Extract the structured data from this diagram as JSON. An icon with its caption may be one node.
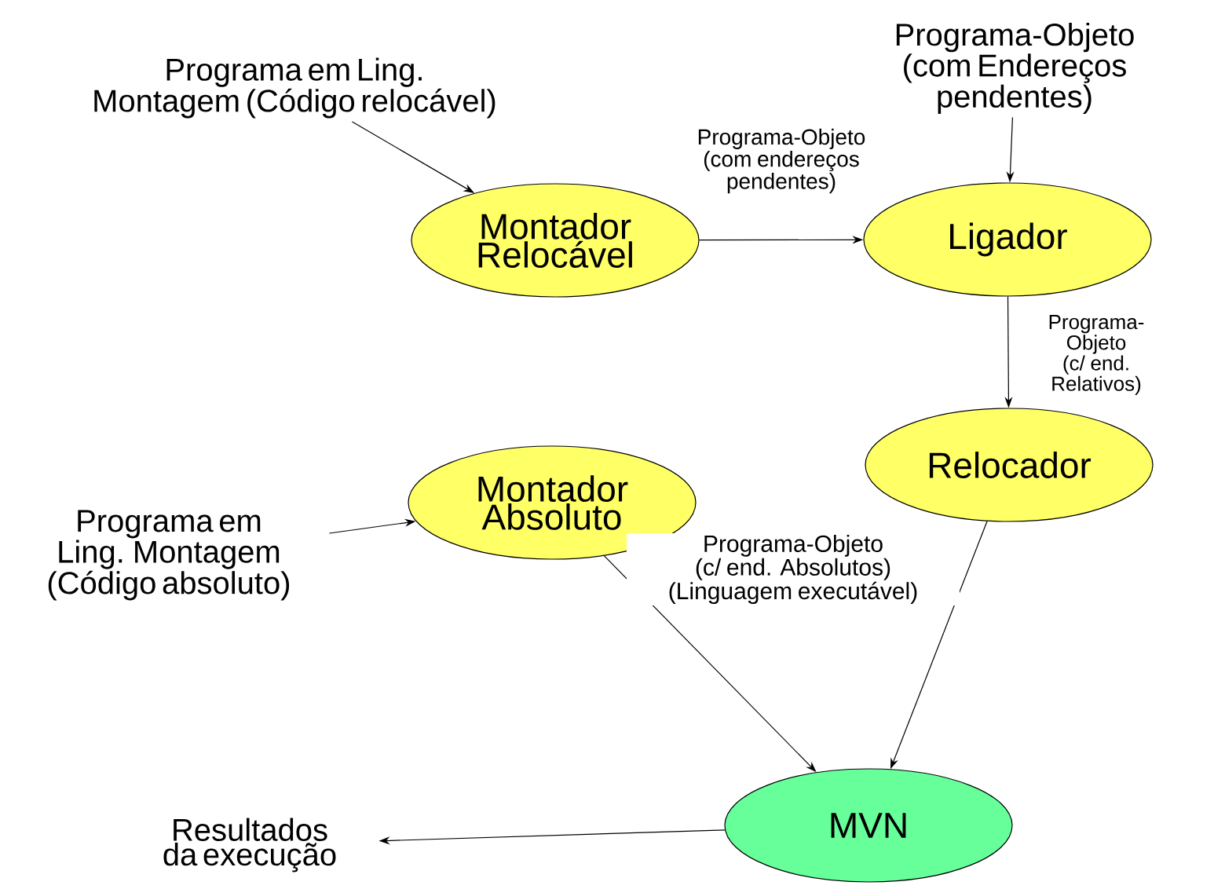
{
  "diagram": {
    "nodes": [
      {
        "text": [
          "Montador Relocável"
        ]
      },
      {
        "text": [
          "Ligador"
        ]
      },
      {
        "text": [
          "Relocador"
        ]
      },
      {
        "text": [
          "Montador Absoluto"
        ]
      },
      {
        "text": [
          "MVN"
        ]
      },
      {
        "text": [
          "Programa em Ling. Montagem (Código relocável)"
        ]
      },
      {
        "text": [
          "Programa-Objeto (com Endereços pendentes)"
        ]
      },
      {
        "text": [
          "Programa em Ling. Montagem (Código absoluto)"
        ]
      },
      {
        "text": [
          "Resultados da execução"
        ]
      }
    ],
    "edges": [
      {
        "from": 5,
        "to": 0,
        "arrow": "to"
      },
      {
        "from": 0,
        "to": 1,
        "arrow": "to",
        "label": "Programa-Objeto (com endereços pendentes)"
      },
      {
        "from": 6,
        "to": 1,
        "arrow": "to"
      },
      {
        "from": 1,
        "to": 2,
        "arrow": "to",
        "label": "Programa-Objeto (c/ end. Relativos)"
      },
      {
        "from": 7,
        "to": 3,
        "arrow": "to"
      },
      {
        "from": 3,
        "to": 4,
        "arrow": "to",
        "label": "Programa-Objeto (c/ end. Absolutos) (Linguagem executável)"
      },
      {
        "from": 2,
        "to": 4,
        "arrow": "to"
      },
      {
        "from": 4,
        "to": 8,
        "arrow": "to"
      }
    ]
  }
}
